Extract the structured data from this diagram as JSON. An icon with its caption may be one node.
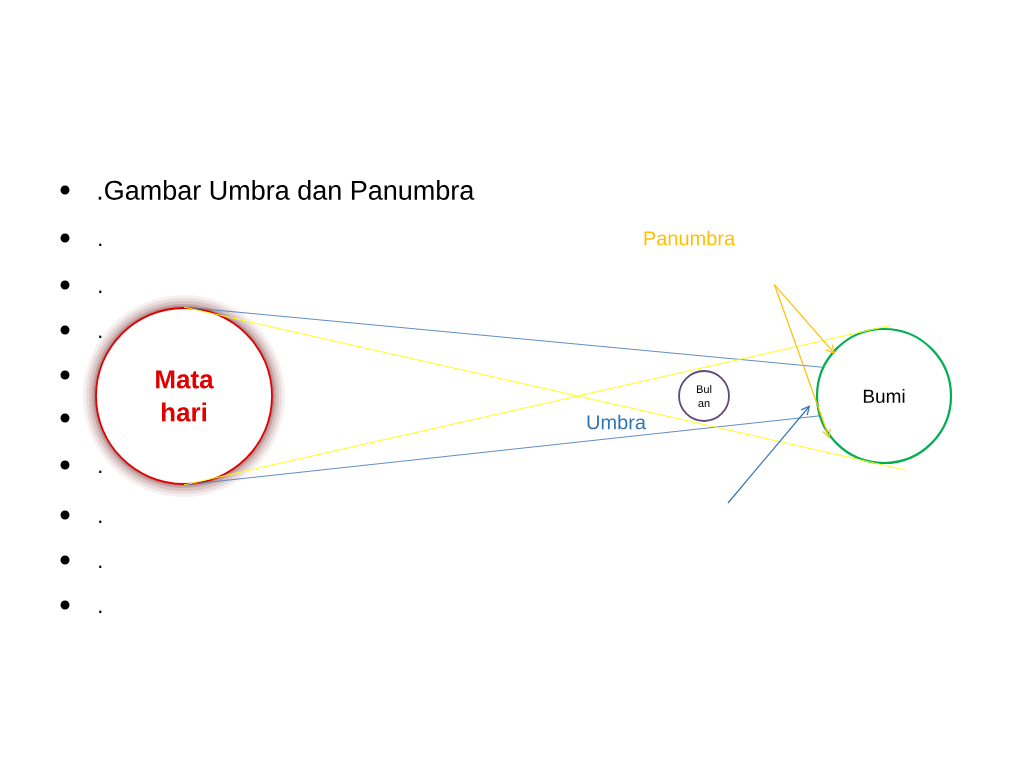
{
  "diagram": {
    "nodes": [
      {
        "text": [
          "Mata hari"
        ]
      },
      {
        "text": [
          "Bul an"
        ]
      },
      {
        "text": [
          "Bumi"
        ]
      },
      {
        "text": [
          "Panumbra"
        ]
      }
    ],
    "edges": [
      {
        "from": 0,
        "to": 2,
        "arrow": "none",
        "color": "#4f81bd"
      },
      {
        "from": 0,
        "to": 2,
        "arrow": "none",
        "color": "#4f81bd"
      },
      {
        "from": 0,
        "to": 2,
        "arrow": "none",
        "color": "#ffff00"
      },
      {
        "from": 0,
        "to": 2,
        "arrow": "none",
        "color": "#ffff00"
      },
      {
        "from": 3,
        "to": 2,
        "arrow": "to",
        "color": "#ffc000"
      },
      {
        "from": 3,
        "to": 2,
        "arrow": "to",
        "color": "#ffc000"
      },
      {
        "from": null,
        "to": 2,
        "arrow": "to",
        "color": "#2e75b6"
      }
    ],
    "labels": [
      ".Gambar  Umbra dan Panumbra",
      ".",
      ".",
      ".",
      ".",
      ".",
      ".",
      ".",
      "Umbra"
    ]
  }
}
